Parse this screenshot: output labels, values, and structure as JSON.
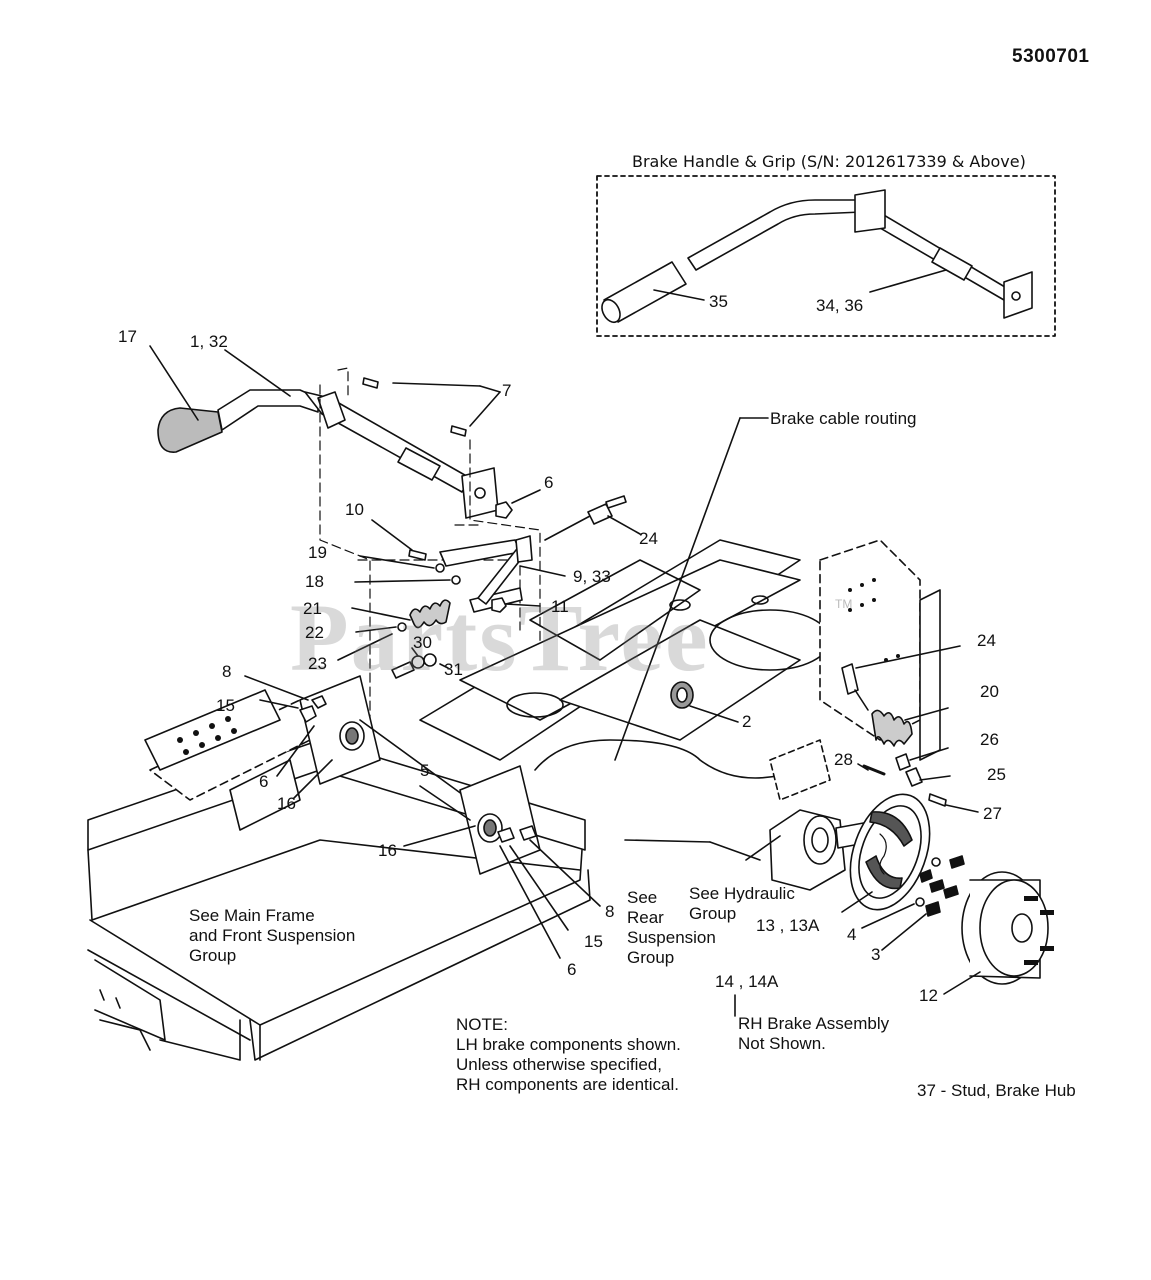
{
  "diagram_code": "5300701",
  "inset": {
    "title": "Brake Handle & Grip (S/N: 2012617339 & Above)",
    "labels": [
      "35",
      "34, 36"
    ]
  },
  "callouts": {
    "c17": "17",
    "c1_32": "1, 32",
    "c7": "7",
    "c6a": "6",
    "c24a": "24",
    "c10": "10",
    "c19": "19",
    "c9_33": "9, 33",
    "c18": "18",
    "c11": "11",
    "c21": "21",
    "c22": "22",
    "c30": "30",
    "c23": "23",
    "c31": "31",
    "c8a": "8",
    "c15a": "15",
    "c6b": "6",
    "c5": "5",
    "c16a": "16",
    "c16b": "16",
    "c2": "2",
    "c24b": "24",
    "c20": "20",
    "c26": "26",
    "c28": "28",
    "c25": "25",
    "c27": "27",
    "c8b": "8",
    "c15b": "15",
    "c6c": "6",
    "c13": "13 , 13A",
    "c4": "4",
    "c3": "3",
    "c12": "12",
    "c14": "14 , 14A"
  },
  "notes": {
    "brake_cable_routing": "Brake cable routing",
    "see_rear": [
      "See",
      "Rear",
      "Suspension",
      "Group"
    ],
    "see_hydraulic": [
      "See Hydraulic",
      "Group"
    ],
    "see_main_frame": [
      "See Main Frame",
      "and Front Suspension",
      "Group"
    ],
    "note_block": [
      "NOTE:",
      "LH brake components shown.",
      "Unless otherwise specified,",
      "RH components are identical."
    ],
    "rh_brake": [
      "RH Brake Assembly",
      "Not Shown."
    ],
    "stud": "37 - Stud, Brake Hub"
  },
  "watermark": "PartsTree",
  "watermark_tm": "TM"
}
